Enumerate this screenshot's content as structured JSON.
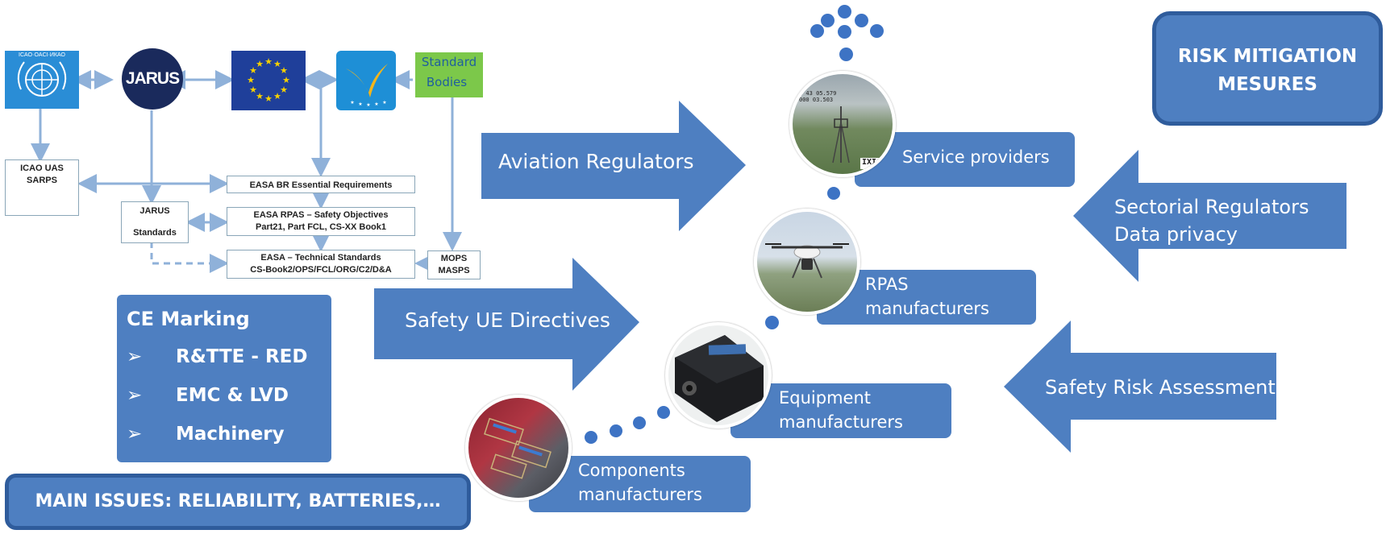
{
  "org_chart": {
    "logos": {
      "icao": "ICAO·OACI·ИКАО",
      "jarus": "JARUS",
      "standard_bodies": [
        "Standard",
        "Bodies"
      ]
    },
    "boxes": {
      "icao_uas": [
        "ICAO UAS",
        "SARPS"
      ],
      "jarus_std": [
        "JARUS",
        "Standards"
      ],
      "easa_br": "EASA BR Essential Requirements",
      "easa_rpas": [
        "EASA RPAS – Safety Objectives",
        "Part21, Part FCL, CS-XX Book1"
      ],
      "easa_tech": [
        "EASA – Technical Standards",
        "CS-Book2/OPS/FCL/ORG/C2/D&A"
      ],
      "mops": [
        "MOPS",
        "MASPS"
      ]
    }
  },
  "arrows": {
    "aviation": "Aviation Regulators",
    "safety_ue": "Safety UE Directives",
    "sectorial": [
      "Sectorial Regulators",
      "Data privacy"
    ],
    "risk": "Safety Risk Assessment"
  },
  "ce_marking": {
    "title": "CE Marking",
    "bullet_glyph": "➢",
    "items": [
      "R&TTE - RED",
      "EMC & LVD",
      "Machinery"
    ]
  },
  "main_issues": "MAIN ISSUES: RELIABILITY, BATTERIES,…",
  "risk_mitigation": [
    "RISK MITIGATION",
    "MESURES"
  ],
  "chain": {
    "service": "Service providers",
    "rpas": [
      "RPAS",
      "manufacturers"
    ],
    "equipment": [
      "Equipment",
      "manufacturers"
    ],
    "components": [
      "Components",
      "manufacturers"
    ]
  },
  "photo_labels": {
    "service_overlay": [
      "1 43 05.579",
      "000 03.503"
    ],
    "service_tag": "IXIC"
  },
  "colors": {
    "arrow_blue": "#4e7fc1",
    "dark_blue_border": "#2f5c9c",
    "dot_blue": "#3d73c4",
    "standard_bodies_green": "#7cc84a",
    "connector_blue": "#8fb1d9"
  }
}
